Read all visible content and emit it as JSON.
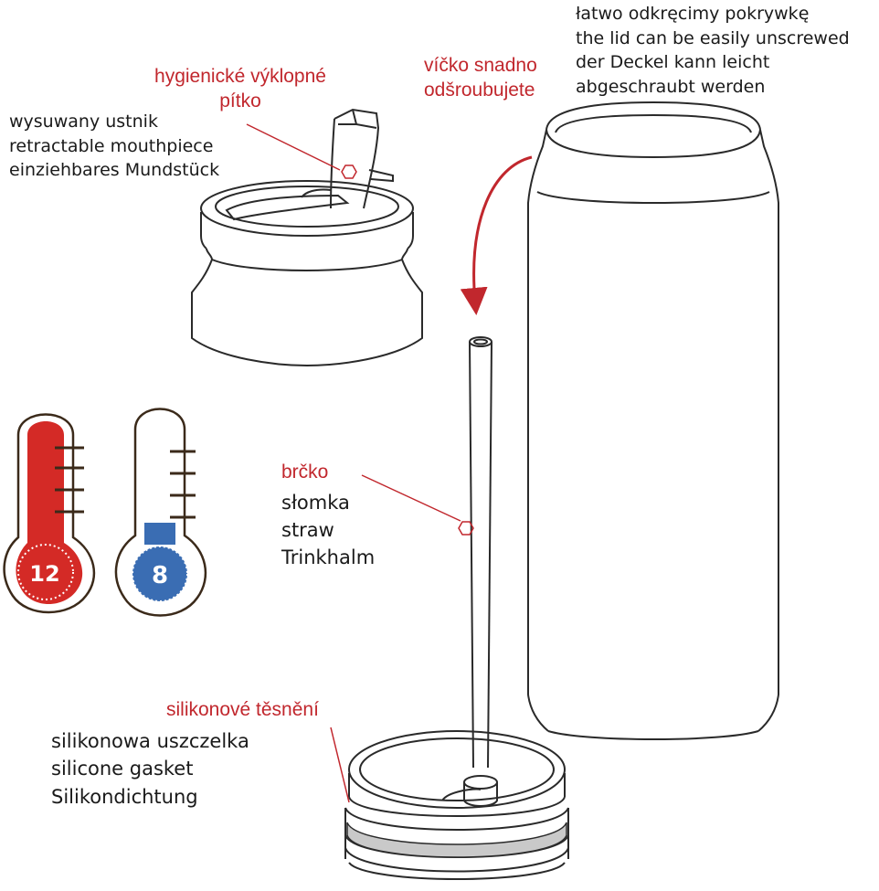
{
  "labels": {
    "lid_unscrew": {
      "cz": [
        "víčko snadno",
        "odšroubujete"
      ],
      "pl": "łatwo odkręcimy pokrywkę",
      "en": "the lid can be easily unscrewed",
      "de": [
        "der Deckel kann leicht",
        "abgeschraubt werden"
      ]
    },
    "straw_lid": {
      "cz": [
        "hygienické výklopné",
        "pítko"
      ],
      "pl": "wysuwany ustnik",
      "en": "retractable mouthpiece",
      "de": "einziehbares Mundstück"
    },
    "straw": {
      "cz": "brčko",
      "pl": "słomka",
      "en": "straw",
      "de": "Trinkhalm"
    },
    "gasket": {
      "cz": "silikonové těsnění",
      "pl": "silikonowa uszczelka",
      "en": "silicone gasket",
      "de": "Silikondichtung"
    }
  },
  "thermometers": {
    "hot": {
      "value": "12",
      "color": "#d42a26"
    },
    "cold": {
      "value": "8",
      "color": "#3a6db3"
    }
  },
  "colors": {
    "accent": "#c1272d",
    "outline": "#2a2a2a",
    "thermo_frame": "#3b2a1a"
  }
}
